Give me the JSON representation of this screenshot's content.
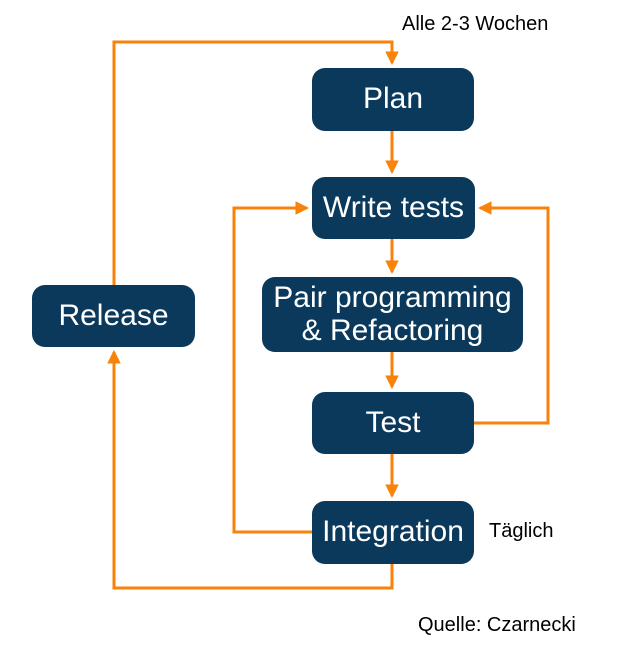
{
  "diagram": {
    "nodes": {
      "plan": "Plan",
      "write_tests": "Write tests",
      "pair_programming": "Pair programming\n& Refactoring",
      "test": "Test",
      "integration": "Integration",
      "release": "Release"
    },
    "annotations": {
      "release_cycle": "Alle 2-3 Wochen",
      "integration_cycle": "Täglich",
      "source": "Quelle: Czarnecki"
    },
    "edges": [
      {
        "from": "release",
        "to": "plan",
        "label": "Alle 2-3 Wochen"
      },
      {
        "from": "plan",
        "to": "write_tests"
      },
      {
        "from": "write_tests",
        "to": "pair_programming"
      },
      {
        "from": "pair_programming",
        "to": "test"
      },
      {
        "from": "test",
        "to": "integration"
      },
      {
        "from": "test",
        "to": "write_tests"
      },
      {
        "from": "integration",
        "to": "write_tests",
        "label": "Täglich"
      },
      {
        "from": "integration",
        "to": "release"
      }
    ],
    "colors": {
      "node_fill": "#0A395C",
      "node_text": "#FFFFFF",
      "arrow": "#F8820A",
      "annotation_text": "#000000",
      "background": "#FFFFFF"
    }
  }
}
